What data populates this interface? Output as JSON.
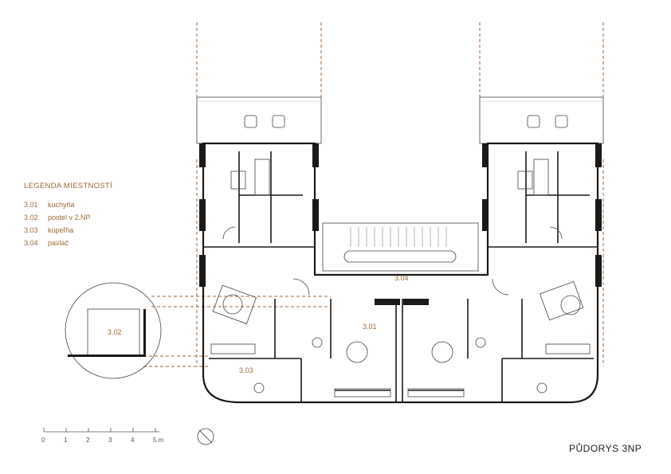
{
  "legend": {
    "title": "LEGENDA MIESTNOSTÍ",
    "items": [
      {
        "code": "3.01",
        "label": "kuchyňa"
      },
      {
        "code": "3.02",
        "label": "postel v 2.NP"
      },
      {
        "code": "3.03",
        "label": "kúpeľňa"
      },
      {
        "code": "3.04",
        "label": "pavlač"
      }
    ]
  },
  "rooms": {
    "r301": "3.01",
    "r302": "3.02",
    "r303": "3.03",
    "r304": "3.04"
  },
  "scale_bar": {
    "ticks": [
      "0",
      "1",
      "2",
      "3",
      "4",
      "5 m"
    ]
  },
  "sheet_title": "PŮDORYS 3NP",
  "colors": {
    "accent": "#9b6a35",
    "wall": "#1a1a1a",
    "line": "#444444",
    "dashed": "#a0663a"
  }
}
